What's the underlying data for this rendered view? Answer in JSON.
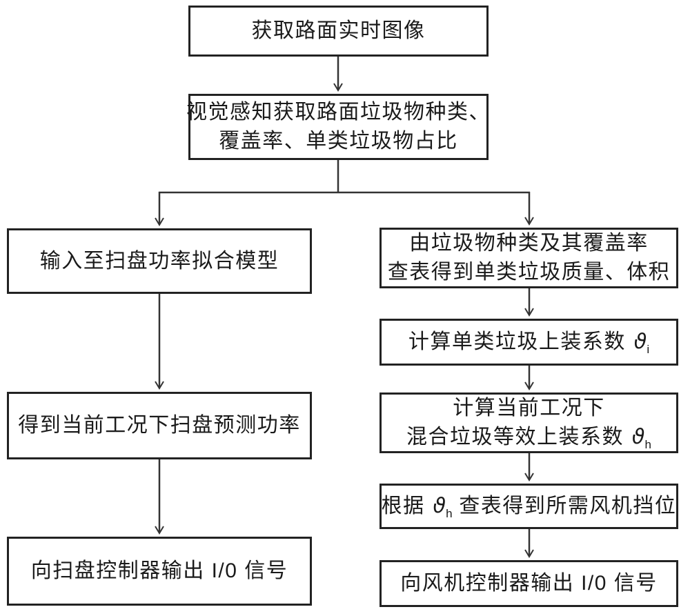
{
  "figure": {
    "background_color": "#ffffff",
    "line_color": "#333333",
    "border_color": "#222222",
    "text_color": "#1a1a1a"
  },
  "boxes": {
    "capture": {
      "label": "获取路面实时图像"
    },
    "perception": {
      "line1": "视觉感知获取路面垃圾物种类、",
      "line2": "覆盖率、单类垃圾物占比"
    },
    "left1": {
      "label": "输入至扫盘功率拟合模型"
    },
    "left2": {
      "label": "得到当前工况下扫盘预测功率"
    },
    "left3": {
      "label": "向扫盘控制器输出 I/0 信号"
    },
    "right1": {
      "line1": "由垃圾物种类及其覆盖率",
      "line2": "查表得到单类垃圾质量、体积"
    },
    "right2": {
      "prefix": "计算单类垃圾上装系数 ",
      "symbol": "ϑ",
      "subscript": "i"
    },
    "right3": {
      "line1": "计算当前工况下",
      "line2_prefix": "混合垃圾等效上装系数 ",
      "symbol": "ϑ",
      "subscript": "h"
    },
    "right4": {
      "prefix": "根据 ",
      "symbol": "ϑ",
      "subscript": "h",
      "suffix": " 查表得到所需风机挡位"
    },
    "right5": {
      "label": "向风机控制器输出 I/0 信号"
    }
  }
}
